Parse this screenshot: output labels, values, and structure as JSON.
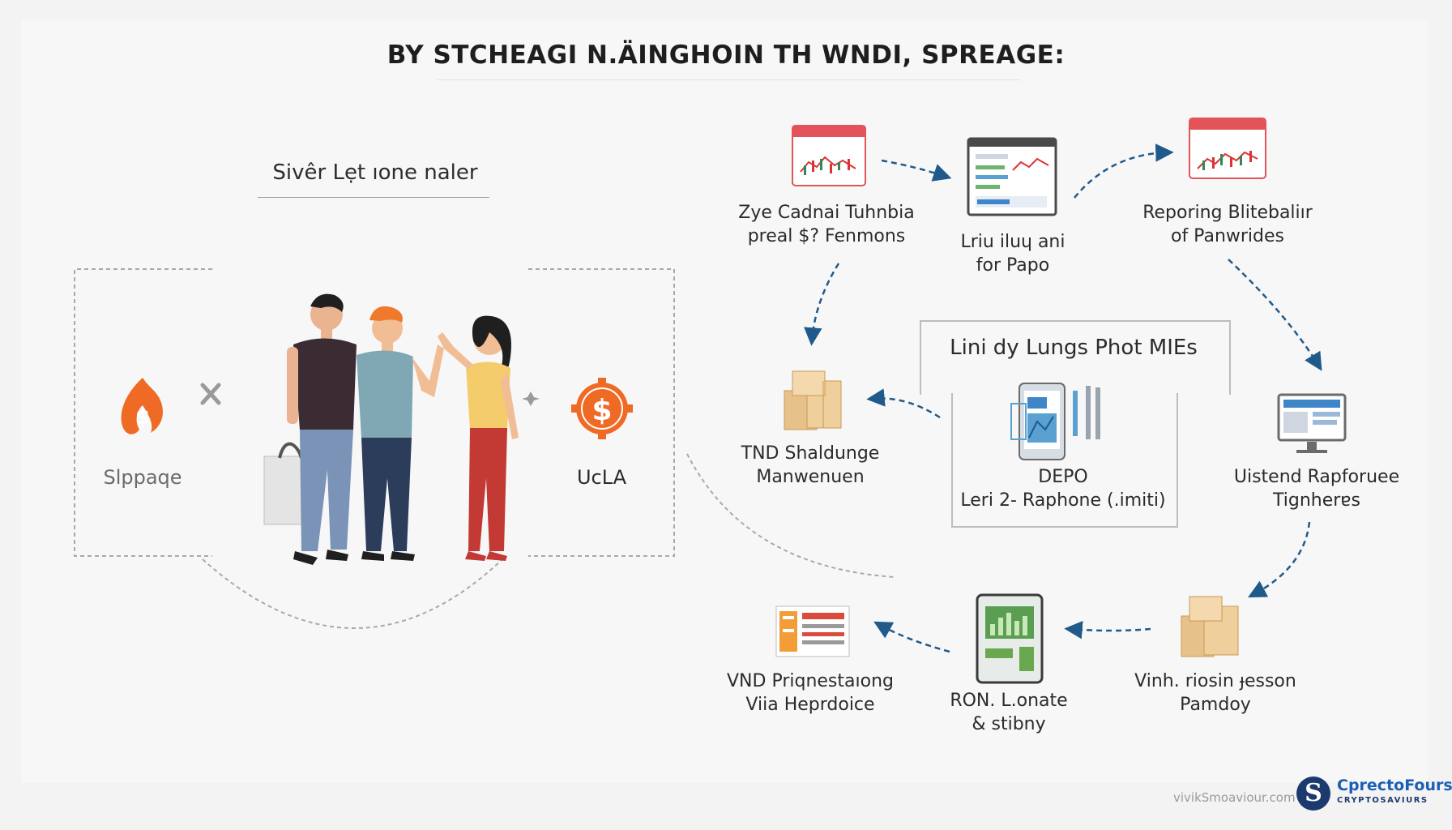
{
  "title": "BY STCHEAGI N.ÄINGHOIN TH WNDI, SPREAGE:",
  "subtitle": "Sivêr Lẹt ıone naler",
  "left_panel": {
    "left_label": "Slppaqe",
    "right_label": "UcLA",
    "left_icon": "fire-dollar-icon",
    "right_icon": "dollar-gear-icon",
    "mid_icon": "close-icon"
  },
  "nodes": [
    {
      "line1": "Zye Cadnai Tuhnbia",
      "line2": "preal $? Fenmons",
      "icon": "calendar-chart-icon"
    },
    {
      "line1": "Lriu iluɥ ani",
      "line2": "for Papo",
      "icon": "dashboard-window-icon"
    },
    {
      "line1": "Reporing Blitebaliır",
      "line2": "of Panwrides",
      "icon": "calendar-chart-icon"
    },
    {
      "line1": "TND Shaldunge",
      "line2": "Manwenuen",
      "icon": "boxes-icon"
    },
    {
      "line1": "Uistend Rapforuee",
      "line2": "Tignherɐs",
      "icon": "monitor-icon"
    },
    {
      "line1": "VND Priqnestaıong",
      "line2": "Viia Heprdoice",
      "icon": "document-icon"
    },
    {
      "line1": "RON. L.onate",
      "line2": "& stibny",
      "icon": "tablet-chart-icon"
    },
    {
      "line1": "Vinh. riosin ɟesson",
      "line2": "Pamdoy",
      "icon": "boxes-icon"
    }
  ],
  "center": {
    "title": "Lini dy Lungs Phot MIEs",
    "label1": "DEPO",
    "label2": "Leri 2- Raphone (.imiti)",
    "icon": "phone-chart-icon"
  },
  "footer": {
    "watermark": "vivikSmoaviour.com",
    "brand": "CprectoFours",
    "brand_tag": "CRYPTOSAVIURS",
    "logo_letter": "S"
  },
  "colors": {
    "arrow": "#1f5a8a",
    "accent_orange": "#ef6a24",
    "calendar_red": "#e2535a",
    "box_tan": "#e6c18a"
  }
}
